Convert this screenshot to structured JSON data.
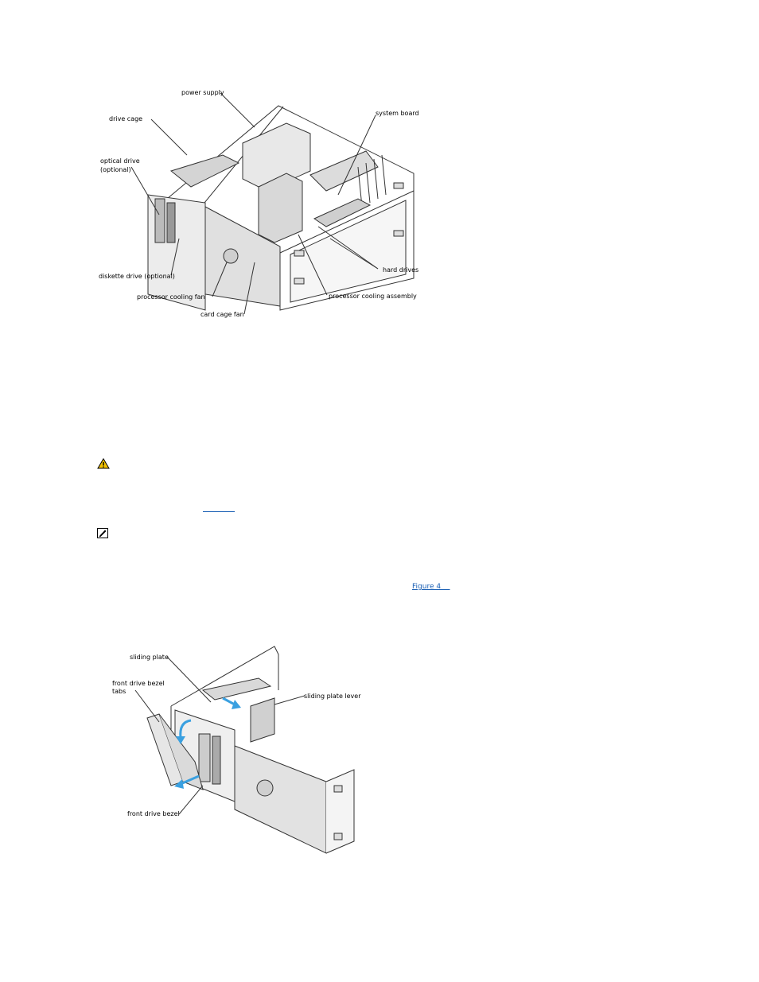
{
  "figure1": {
    "labels": {
      "power_supply": "power supply",
      "drive_cage": "drive cage",
      "system_board": "system board",
      "optical_drive": "optical drive",
      "optical_drive_optional": "(optional)",
      "diskette_drive": "diskette drive (optional)",
      "processor_cooling_fan": "processor cooling fan",
      "card_cage_fan": "card cage fan",
      "hard_drives": "hard drives",
      "processor_cooling_assembly": "processor cooling assembly"
    }
  },
  "notices": {
    "caution_icon": "caution-triangle-icon",
    "note_icon": "note-pencil-icon"
  },
  "links": {
    "blank_link": "              ",
    "figure4_link": "Figure 4    "
  },
  "figure2": {
    "labels": {
      "sliding_plate": "sliding plate",
      "front_drive_bezel_tabs_line1": "front drive bezel",
      "front_drive_bezel_tabs_line2": "tabs",
      "sliding_plate_lever": "sliding plate lever",
      "front_drive_bezel": "front drive bezel"
    }
  },
  "colors": {
    "link": "#1a5fb4",
    "arrow": "#3aa0e0",
    "caution": "#f2c200"
  }
}
